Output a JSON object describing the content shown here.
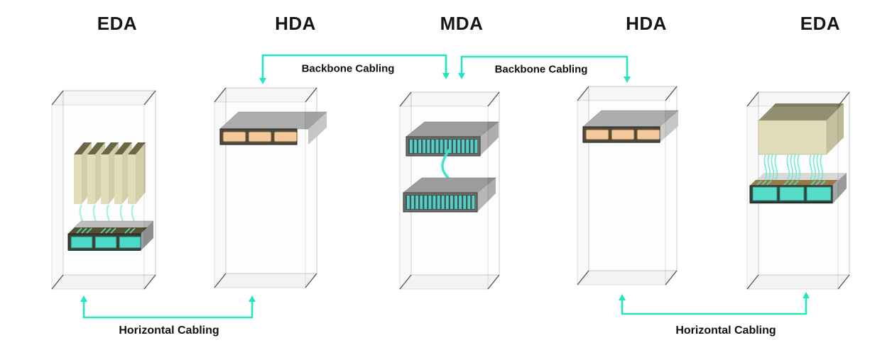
{
  "racks": [
    {
      "id": "eda-left",
      "label": "EDA"
    },
    {
      "id": "hda-left",
      "label": "HDA"
    },
    {
      "id": "mda",
      "label": "MDA"
    },
    {
      "id": "hda-right",
      "label": "HDA"
    },
    {
      "id": "eda-right",
      "label": "EDA"
    }
  ],
  "cabling": {
    "backbone_left_label": "Backbone Cabling",
    "backbone_right_label": "Backbone Cabling",
    "horizontal_left_label": "Horizontal Cabling",
    "horizontal_right_label": "Horizontal Cabling"
  },
  "colors": {
    "accent_cyan": "#25e3c3",
    "cable_cyan": "#8feede",
    "port_teal": "#35d6c0",
    "slot_teal": "#3fc8c0",
    "port_orange": "#f3c28e",
    "server_beige": "#ded9af",
    "server_top_olive": "#55522a",
    "panel_gray": "#a8a8a8",
    "panel_front_dark": "#2a2716",
    "frame_gray": "#4f4f4f",
    "background": "#ffffff"
  }
}
